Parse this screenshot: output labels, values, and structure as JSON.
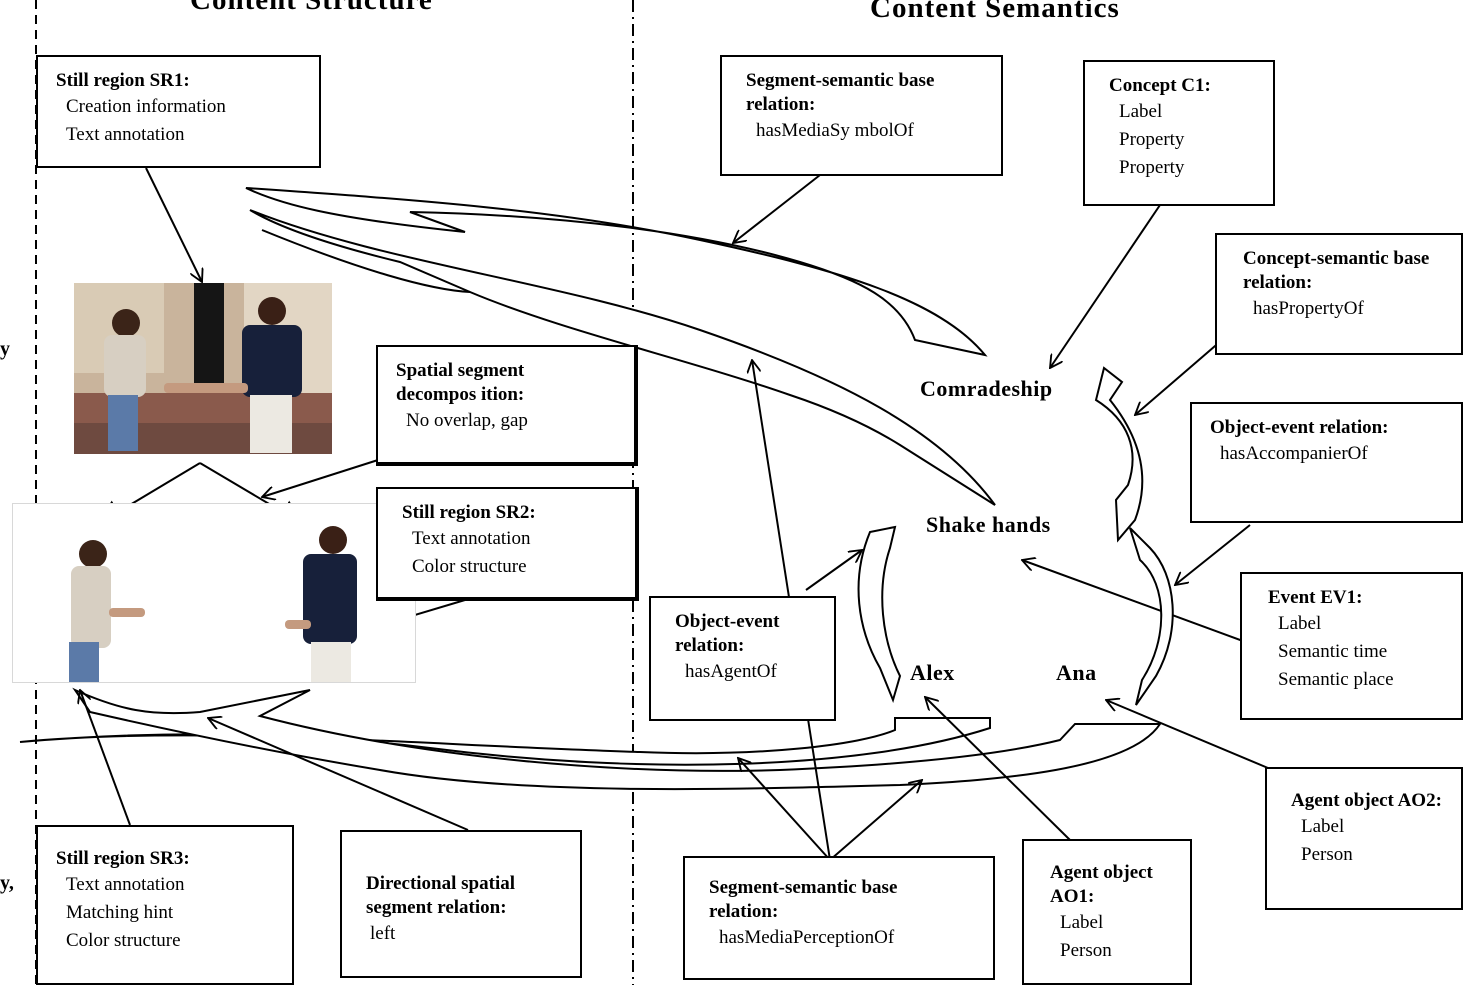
{
  "headings": {
    "structure": "Content Structure",
    "semantics": "Content Semantics"
  },
  "left_edge_fragments": [
    "y",
    "y,"
  ],
  "boxes": {
    "sr1": {
      "title": "Still region SR1:",
      "lines": [
        "Creation information",
        "Text annotation"
      ]
    },
    "spatial_decomp": {
      "title": "Spatial segment decompos ition:",
      "lines": [
        "No overlap, gap"
      ]
    },
    "sr2": {
      "title": "Still region SR2:",
      "lines": [
        "Text annotation",
        "Color structure"
      ]
    },
    "sr3": {
      "title": "Still region SR3:",
      "lines": [
        "Text annotation",
        "Matching hint",
        "Color structure"
      ]
    },
    "dir_spatial": {
      "title": "Directional spatial segment relation:",
      "lines": [
        "left"
      ]
    },
    "seg_sem_1": {
      "title": "Segment-semantic base relation:",
      "lines": [
        "hasMediaSy mbolOf"
      ]
    },
    "concept_c1": {
      "title": "Concept C1:",
      "lines": [
        "Label",
        "Property",
        "Property"
      ]
    },
    "concept_sem": {
      "title": "Concept-semantic base relation:",
      "lines": [
        "hasPropertyOf"
      ]
    },
    "obj_event_1": {
      "title": "Object-event relation:",
      "lines": [
        "hasAccompanierOf"
      ]
    },
    "event_ev1": {
      "title": "Event EV1:",
      "lines": [
        "Label",
        "Semantic time",
        "Semantic place"
      ]
    },
    "obj_event_2": {
      "title": "Object-event relation:",
      "lines": [
        "hasAgentOf"
      ]
    },
    "seg_sem_2": {
      "title": "Segment-semantic base relation:",
      "lines": [
        "hasMediaPerceptionOf"
      ]
    },
    "agent_ao1": {
      "title": "Agent object AO1:",
      "lines": [
        "Label",
        "Person"
      ]
    },
    "agent_ao2": {
      "title": "Agent object AO2:",
      "lines": [
        "Label",
        "Person"
      ]
    }
  },
  "nodes": {
    "comradeship": "Comradeship",
    "shake_hands": "Shake hands",
    "alex": "Alex",
    "ana": "Ana"
  },
  "colors": {
    "ink": "#000000",
    "background": "#ffffff",
    "photo_building": "#c9b49c",
    "photo_pavement": "#8a5a4c",
    "woman_top": "#d7cfc2",
    "woman_jeans": "#5b7aa8",
    "man_shirt": "#17203a",
    "man_pants": "#ece9e2"
  },
  "icons": {
    "photo_full": "photo-two-people-shaking-hands",
    "photo_left": "photo-woman-cutout",
    "photo_right": "photo-man-cutout"
  }
}
